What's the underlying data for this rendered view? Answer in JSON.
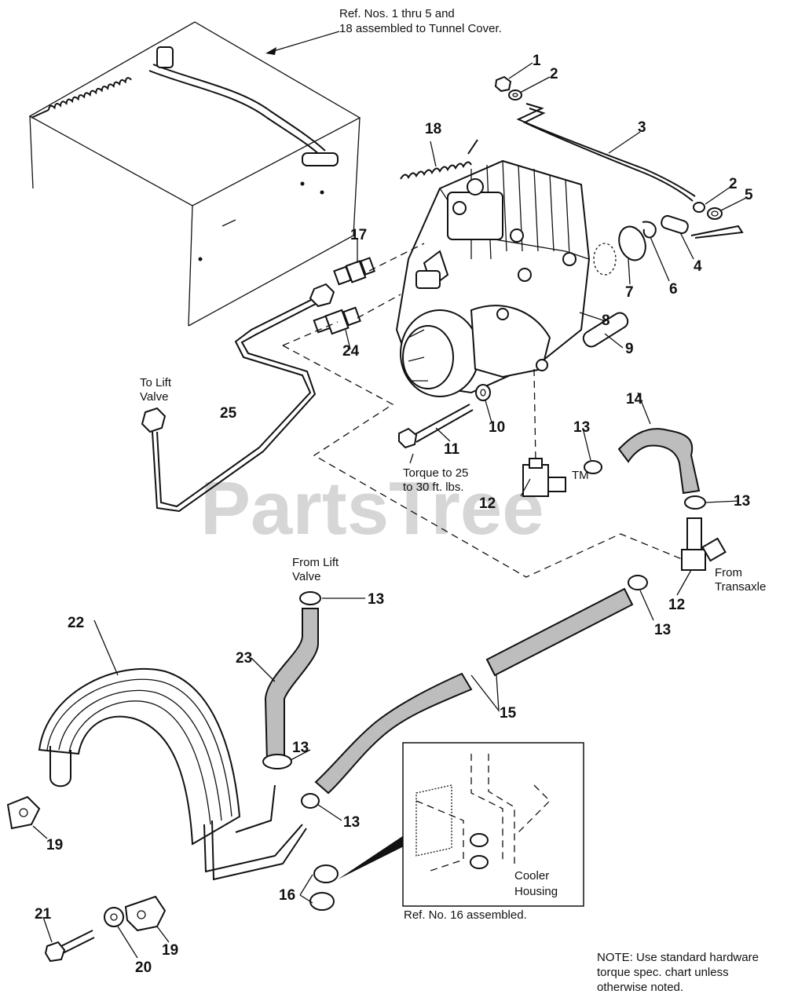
{
  "watermark": "PartsTree",
  "trademark": "TM",
  "notes": {
    "tunnel_cover": [
      "Ref. Nos. 1 thru 5 and",
      "18 assembled to Tunnel Cover."
    ],
    "to_lift_valve": [
      "To Lift",
      "Valve"
    ],
    "torque": [
      "Torque to 25",
      "to 30 ft. lbs."
    ],
    "from_transaxle": [
      "From",
      "Transaxle"
    ],
    "from_lift_valve": [
      "From Lift",
      "Valve"
    ],
    "cooler_housing": [
      "Cooler",
      "Housing"
    ],
    "inset_caption": "Ref. No. 16 assembled.",
    "hardware_note": [
      "NOTE: Use standard hardware",
      "torque spec. chart unless",
      "otherwise noted."
    ]
  },
  "callouts": {
    "p1": "1",
    "p2a": "2",
    "p2b": "2",
    "p3": "3",
    "p4": "4",
    "p5": "5",
    "p6": "6",
    "p7": "7",
    "p8": "8",
    "p9": "9",
    "p10": "10",
    "p11": "11",
    "p12a": "12",
    "p12b": "12",
    "p13a": "13",
    "p13b": "13",
    "p13c": "13",
    "p13d": "13",
    "p13e": "13",
    "p13f": "13",
    "p14": "14",
    "p15": "15",
    "p16": "16",
    "p17": "17",
    "p18": "18",
    "p19a": "19",
    "p19b": "19",
    "p20": "20",
    "p21": "21",
    "p22": "22",
    "p23": "23",
    "p24": "24",
    "p25": "25"
  }
}
